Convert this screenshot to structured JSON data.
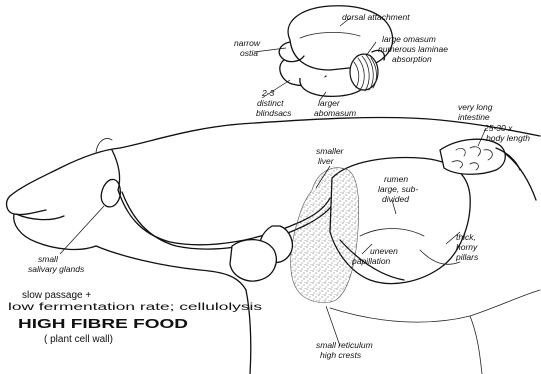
{
  "labels": {
    "dorsal_attachment": "dorsal attachment",
    "narrow": "narrow",
    "ostia": "ostia",
    "large_omasum": "large omasum",
    "numerous_laminae": "numerous laminae",
    "absorption": "absorption",
    "two_three": "2-3",
    "distinct": "distinct",
    "blindsacs": "blindsacs",
    "larger": "larger",
    "abomasum": "abomasum",
    "very_long": "very long",
    "intestine": "intestine",
    "length_range": "25-30 x",
    "body_length": "body length",
    "smaller": "smaller",
    "liver": "liver",
    "rumen": "rumen",
    "rumen_large": "large, sub-",
    "rumen_divided": "divided",
    "uneven": "uneven",
    "papillation": "papillation",
    "thick": "thick,",
    "horny": "horny",
    "pillars": "pillars",
    "small": "small",
    "salivary_glands": "salivary glands",
    "slow_passage": "slow passage +",
    "fermentation": "low fermentation rate; cellulolysis",
    "high_fibre_food": "HIGH FIBRE FOOD",
    "plant_cell_wall": "( plant cell wall)",
    "small_reticulum": "small reticulum",
    "high_crests": "high crests"
  }
}
